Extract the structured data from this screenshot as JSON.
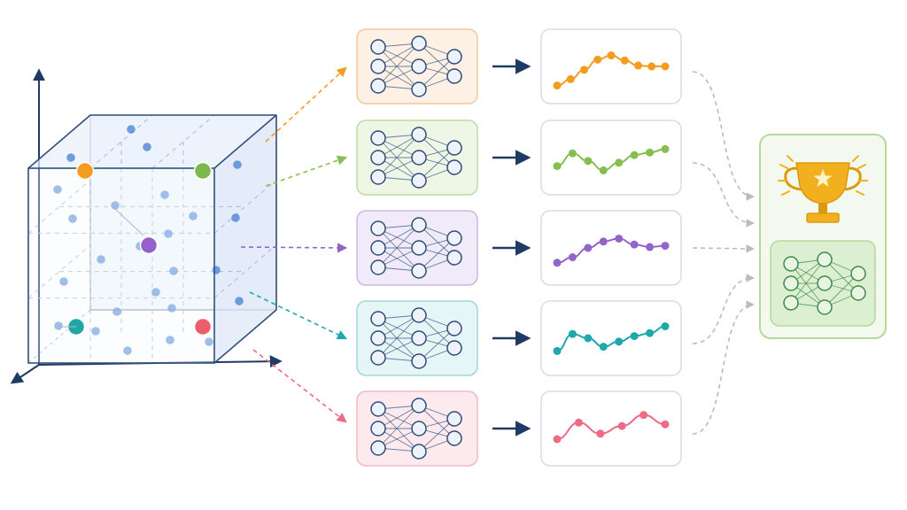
{
  "colors": {
    "axis": "#1f3a64",
    "cube_edge": "#33507a",
    "cube_fill": "#eaf1fb",
    "grid_dash": "#a9bad3",
    "point": "#4f86d6",
    "connector": "#b7bcc4",
    "winner_border": "#b6d99a",
    "winner_fill": "#f3f9ee",
    "trophy": "#f2b01e",
    "trophy_dark": "#d99a10"
  },
  "search_space": {
    "highlighted": [
      {
        "name": "orange",
        "color": "#f39c1f"
      },
      {
        "name": "green",
        "color": "#7db84a"
      },
      {
        "name": "purple",
        "color": "#9361c9"
      },
      {
        "name": "teal",
        "color": "#24a5a8"
      },
      {
        "name": "red",
        "color": "#ee5d6c"
      }
    ]
  },
  "trials": [
    {
      "name": "orange",
      "color": "#f39c1f",
      "fill": "#fdf0e4",
      "border": "#f5c89a",
      "curve": [
        0.05,
        0.2,
        0.42,
        0.66,
        0.76,
        0.64,
        0.52,
        0.5,
        0.5
      ]
    },
    {
      "name": "green",
      "color": "#86bf4f",
      "fill": "#eef6e6",
      "border": "#bcdca2",
      "curve": [
        0.3,
        0.6,
        0.42,
        0.2,
        0.38,
        0.56,
        0.62,
        0.7
      ]
    },
    {
      "name": "purple",
      "color": "#9365c9",
      "fill": "#f1eaf8",
      "border": "#cbb6e6",
      "curve": [
        0.15,
        0.28,
        0.5,
        0.65,
        0.72,
        0.58,
        0.52,
        0.55
      ]
    },
    {
      "name": "teal",
      "color": "#1fa8ac",
      "fill": "#e6f6f7",
      "border": "#9fd8da",
      "curve": [
        0.2,
        0.6,
        0.5,
        0.3,
        0.42,
        0.55,
        0.62,
        0.78
      ]
    },
    {
      "name": "red",
      "color": "#ef6a86",
      "fill": "#fdeaee",
      "border": "#f3b9c5",
      "curve": [
        0.25,
        0.64,
        0.38,
        0.56,
        0.82,
        0.6
      ]
    }
  ],
  "winner": {
    "model_color": "#3d8a4e",
    "model_fill": "#dcefd0"
  }
}
